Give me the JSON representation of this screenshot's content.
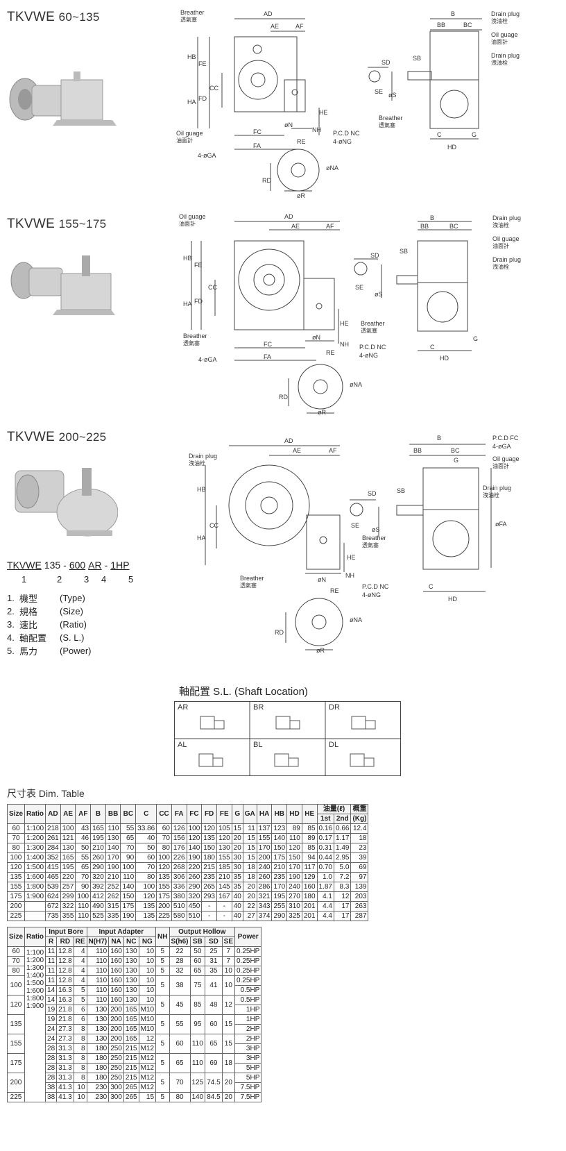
{
  "sections": [
    {
      "title": "TKVWE",
      "range": "60~135"
    },
    {
      "title": "TKVWE",
      "range": "155~175"
    },
    {
      "title": "TKVWE",
      "range": "200~225"
    }
  ],
  "drawing_labels": {
    "s1": {
      "breather": "Breather",
      "breather_cn": "透氣塞",
      "ad": "AD",
      "ae": "AE",
      "af": "AF",
      "hb": "HB",
      "fe": "FE",
      "ha": "HA",
      "fd": "FD",
      "cc": "CC",
      "he": "HE",
      "oil": "Oil guage",
      "oil_cn": "油面計",
      "fc": "FC",
      "on": "øN",
      "nh": "NH",
      "re": "RE",
      "pcd": "P.C.D NC",
      "ng": "4-øNG",
      "fa": "FA",
      "ga": "4-øGA",
      "na": "øNA",
      "rd": "RD",
      "or": "øR",
      "b": "B",
      "bb": "BB",
      "bc": "BC",
      "drain1": "Drain plug",
      "drain1_cn": "洩油栓",
      "oil2": "Oil guage",
      "oil2_cn": "油面計",
      "drain2": "Drain plug",
      "drain2_cn": "洩油栓",
      "sd": "SD",
      "sb": "SB",
      "se": "SE",
      "os": "øS",
      "breather2": "Breather",
      "breather2_cn": "透氣塞",
      "c": "C",
      "g": "G",
      "hd": "HD"
    },
    "s2": {
      "oil": "Oil guage",
      "oil_cn": "油面計",
      "ad": "AD",
      "ae": "AE",
      "af": "AF",
      "hb": "HB",
      "fe": "FE",
      "ha": "HA",
      "fd": "FD",
      "cc": "CC",
      "he": "HE",
      "breather": "Breather",
      "breather_cn": "透氣塞",
      "fc": "FC",
      "on": "øN",
      "nh": "NH",
      "re": "RE",
      "pcd": "P.C.D NC",
      "ng": "4-øNG",
      "fa": "FA",
      "ga": "4-øGA",
      "na": "øNA",
      "rd": "RD",
      "or": "øR",
      "b": "B",
      "bb": "BB",
      "bc": "BC",
      "drain1": "Drain plug",
      "drain1_cn": "洩油栓",
      "oil2": "Oil guage",
      "oil2_cn": "油面計",
      "drain2": "Drain plug",
      "drain2_cn": "洩油栓",
      "sd": "SD",
      "sb": "SB",
      "se": "SE",
      "os": "øS",
      "breather2": "Breather",
      "breather2_cn": "透氣塞",
      "c": "C",
      "g": "G",
      "hd": "HD"
    },
    "s3": {
      "drain": "Drain plug",
      "drain_cn": "洩油栓",
      "ad": "AD",
      "ae": "AE",
      "af": "AF",
      "hb": "HB",
      "ha": "HA",
      "cc": "CC",
      "he": "HE",
      "breather": "Breather",
      "breather_cn": "透氣塞",
      "on": "øN",
      "nh": "NH",
      "re": "RE",
      "pcd": "P.C.D NC",
      "ng": "4-øNG",
      "na": "øNA",
      "rd": "RD",
      "or": "øR",
      "b": "B",
      "bb": "BB",
      "bc": "BC",
      "pcdfc": "P.C.D FC",
      "ga": "4-øGA",
      "g": "G",
      "oil": "Oil guage",
      "oil_cn": "油面計",
      "drain2": "Drain plug",
      "drain2_cn": "洩油栓",
      "sd": "SD",
      "sb": "SB",
      "se": "SE",
      "os": "øS",
      "fa": "øFA",
      "breather2": "Breather",
      "breather2_cn": "透氣塞",
      "c": "C",
      "hd": "HD"
    }
  },
  "model_code": {
    "parts": [
      "TKVWE",
      "135",
      "-",
      "600",
      "AR",
      "-",
      "1HP"
    ],
    "numbers": [
      "1",
      "2",
      "3",
      "4",
      "5"
    ]
  },
  "legend": [
    {
      "n": "1.",
      "zh": "機型",
      "en": "(Type)"
    },
    {
      "n": "2.",
      "zh": "規格",
      "en": "(Size)"
    },
    {
      "n": "3.",
      "zh": "速比",
      "en": "(Ratio)"
    },
    {
      "n": "4.",
      "zh": "軸配置",
      "en": "(S. L.)"
    },
    {
      "n": "5.",
      "zh": "馬力",
      "en": "(Power)"
    }
  ],
  "shaft_location": {
    "title": "軸配置  S.L. (Shaft Location)",
    "cells": [
      "AR",
      "BR",
      "DR",
      "AL",
      "BL",
      "DL"
    ]
  },
  "dim_caption": "尺寸表 Dim. Table",
  "table1": {
    "headers": [
      "Size",
      "Ratio",
      "AD",
      "AE",
      "AF",
      "B",
      "BB",
      "BC",
      "C",
      "CC",
      "FA",
      "FC",
      "FD",
      "FE",
      "G",
      "GA",
      "HA",
      "HB",
      "HD",
      "HE"
    ],
    "oil_header": "油量(ℓ)",
    "oil_sub": [
      "1st",
      "2nd"
    ],
    "weight_header": "概重",
    "weight_unit": "(Kg)",
    "ratios": [
      "1:100",
      "1:200",
      "1:300",
      "1:400",
      "1:500",
      "1:600",
      "1:800",
      "1:900"
    ],
    "rows": [
      [
        "60",
        "218",
        "100",
        "43",
        "165",
        "110",
        "55",
        "33.86",
        "60",
        "126",
        "100",
        "120",
        "105",
        "15",
        "11",
        "137",
        "123",
        "89",
        "85",
        "0.16",
        "0.66",
        "12.4"
      ],
      [
        "70",
        "261",
        "121",
        "46",
        "195",
        "130",
        "65",
        "40",
        "70",
        "156",
        "120",
        "135",
        "120",
        "20",
        "15",
        "155",
        "140",
        "110",
        "89",
        "0.17",
        "1.17",
        "18"
      ],
      [
        "80",
        "284",
        "130",
        "50",
        "210",
        "140",
        "70",
        "50",
        "80",
        "176",
        "140",
        "150",
        "130",
        "20",
        "15",
        "170",
        "150",
        "120",
        "85",
        "0.31",
        "1.49",
        "23"
      ],
      [
        "100",
        "352",
        "165",
        "55",
        "260",
        "170",
        "90",
        "60",
        "100",
        "226",
        "190",
        "180",
        "155",
        "30",
        "15",
        "200",
        "175",
        "150",
        "94",
        "0.44",
        "2.95",
        "39"
      ],
      [
        "120",
        "415",
        "195",
        "65",
        "290",
        "190",
        "100",
        "70",
        "120",
        "268",
        "220",
        "215",
        "185",
        "30",
        "18",
        "240",
        "210",
        "170",
        "117",
        "0.70",
        "5.0",
        "69"
      ],
      [
        "135",
        "465",
        "220",
        "70",
        "320",
        "210",
        "110",
        "80",
        "135",
        "306",
        "260",
        "235",
        "210",
        "35",
        "18",
        "260",
        "235",
        "190",
        "129",
        "1.0",
        "7.2",
        "97"
      ],
      [
        "155",
        "539",
        "257",
        "90",
        "392",
        "252",
        "140",
        "100",
        "155",
        "336",
        "290",
        "265",
        "145",
        "35",
        "20",
        "286",
        "170",
        "240",
        "160",
        "1.87",
        "8.3",
        "139"
      ],
      [
        "175",
        "624",
        "299",
        "100",
        "412",
        "262",
        "150",
        "120",
        "175",
        "380",
        "320",
        "293",
        "167",
        "40",
        "20",
        "321",
        "195",
        "270",
        "180",
        "4.1",
        "12",
        "203"
      ],
      [
        "200",
        "672",
        "322",
        "110",
        "490",
        "315",
        "175",
        "135",
        "200",
        "510",
        "450",
        "-",
        "-",
        "40",
        "22",
        "343",
        "255",
        "310",
        "201",
        "4.4",
        "17",
        "263"
      ],
      [
        "225",
        "735",
        "355",
        "110",
        "525",
        "335",
        "190",
        "135",
        "225",
        "580",
        "510",
        "-",
        "-",
        "40",
        "27",
        "374",
        "290",
        "325",
        "201",
        "4.4",
        "17",
        "287"
      ]
    ]
  },
  "table2": {
    "group_headers": [
      "Input Bore",
      "Input Adapter",
      "Output Hollow"
    ],
    "headers": [
      "Size",
      "Ratio",
      "R",
      "RD",
      "RE",
      "N(H7)",
      "NA",
      "NC",
      "NG",
      "NH",
      "S(h6)",
      "SB",
      "SD",
      "SE",
      "Power"
    ],
    "ratios": [
      "1:100",
      "1:200",
      "1:300",
      "1:400",
      "1:500",
      "1:600",
      "1:800",
      "1:900"
    ],
    "sizes": [
      {
        "size": "60",
        "nh": "5",
        "s": "22",
        "sb": "50",
        "sd": "25",
        "se": "7",
        "rows": [
          [
            "11",
            "12.8",
            "4",
            "110",
            "160",
            "130",
            "10",
            "0.25HP"
          ]
        ]
      },
      {
        "size": "70",
        "nh": "5",
        "s": "28",
        "sb": "60",
        "sd": "31",
        "se": "7",
        "rows": [
          [
            "11",
            "12.8",
            "4",
            "110",
            "160",
            "130",
            "10",
            "0.25HP"
          ]
        ]
      },
      {
        "size": "80",
        "nh": "5",
        "s": "32",
        "sb": "65",
        "sd": "35",
        "se": "10",
        "rows": [
          [
            "11",
            "12.8",
            "4",
            "110",
            "160",
            "130",
            "10",
            "0.25HP"
          ]
        ]
      },
      {
        "size": "100",
        "nh": "5",
        "s": "38",
        "sb": "75",
        "sd": "41",
        "se": "10",
        "rows": [
          [
            "11",
            "12.8",
            "4",
            "110",
            "160",
            "130",
            "10",
            "0.25HP"
          ],
          [
            "14",
            "16.3",
            "5",
            "110",
            "160",
            "130",
            "10",
            "0.5HP"
          ]
        ]
      },
      {
        "size": "120",
        "nh": "5",
        "s": "45",
        "sb": "85",
        "sd": "48",
        "se": "12",
        "rows": [
          [
            "14",
            "16.3",
            "5",
            "110",
            "160",
            "130",
            "10",
            "0.5HP"
          ],
          [
            "19",
            "21.8",
            "6",
            "130",
            "200",
            "165",
            "M10",
            "1HP"
          ]
        ]
      },
      {
        "size": "135",
        "nh": "5",
        "s": "55",
        "sb": "95",
        "sd": "60",
        "se": "15",
        "rows": [
          [
            "19",
            "21.8",
            "6",
            "130",
            "200",
            "165",
            "M10",
            "1HP"
          ],
          [
            "24",
            "27.3",
            "8",
            "130",
            "200",
            "165",
            "M10",
            "2HP"
          ]
        ]
      },
      {
        "size": "155",
        "nh": "5",
        "s": "60",
        "sb": "110",
        "sd": "65",
        "se": "15",
        "rows": [
          [
            "24",
            "27.3",
            "8",
            "130",
            "200",
            "165",
            "12",
            "2HP"
          ],
          [
            "28",
            "31.3",
            "8",
            "180",
            "250",
            "215",
            "M12",
            "3HP"
          ]
        ]
      },
      {
        "size": "175",
        "nh": "5",
        "s": "65",
        "sb": "110",
        "sd": "69",
        "se": "18",
        "rows": [
          [
            "28",
            "31.3",
            "8",
            "180",
            "250",
            "215",
            "M12",
            "3HP"
          ],
          [
            "28",
            "31.3",
            "8",
            "180",
            "250",
            "215",
            "M12",
            "5HP"
          ]
        ]
      },
      {
        "size": "200",
        "nh": "5",
        "s": "70",
        "sb": "125",
        "sd": "74.5",
        "se": "20",
        "rows": [
          [
            "28",
            "31.3",
            "8",
            "180",
            "250",
            "215",
            "M12",
            "5HP"
          ],
          [
            "38",
            "41.3",
            "10",
            "230",
            "300",
            "265",
            "M12",
            "7.5HP"
          ]
        ]
      },
      {
        "size": "225",
        "nh": "5",
        "s": "80",
        "sb": "140",
        "sd": "84.5",
        "se": "20",
        "rows": [
          [
            "38",
            "41.3",
            "10",
            "230",
            "300",
            "265",
            "15",
            "7.5HP"
          ]
        ]
      }
    ]
  }
}
